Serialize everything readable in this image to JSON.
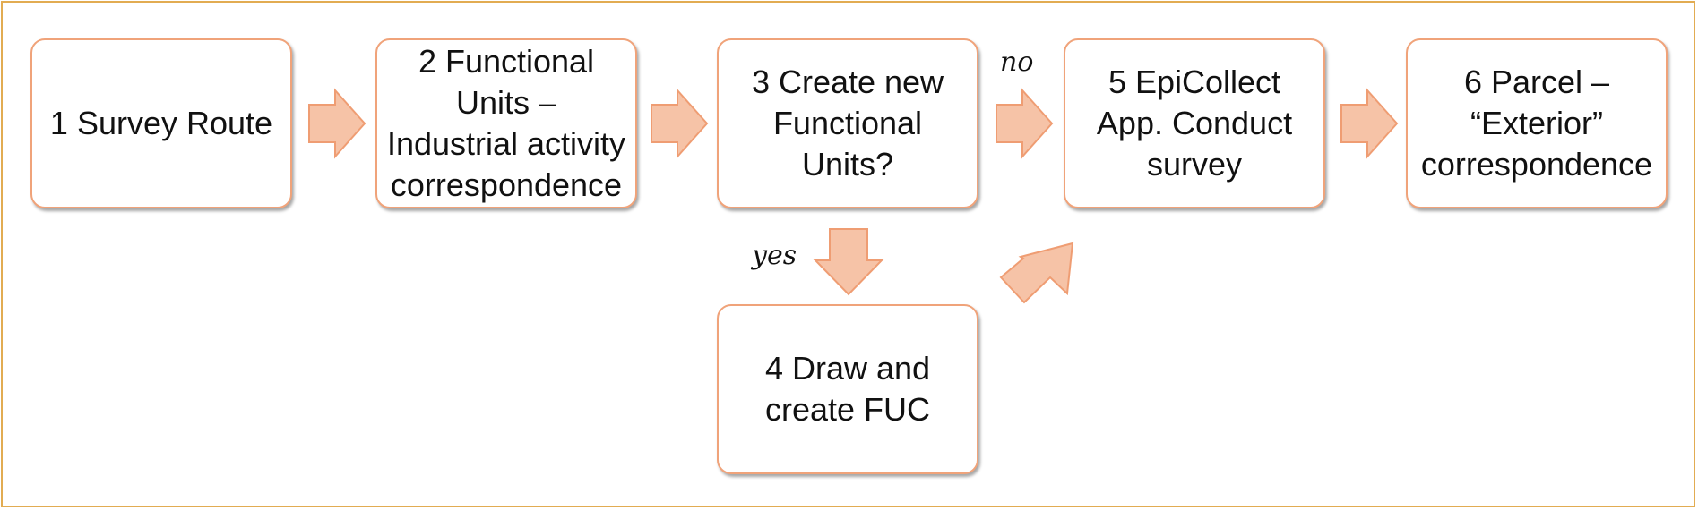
{
  "diagram": {
    "steps": [
      {
        "id": "1",
        "text": "1 Survey Route"
      },
      {
        "id": "2",
        "text": "2 Functional Units – Industrial activity correspondence"
      },
      {
        "id": "3",
        "text": "3 Create new Functional Units?"
      },
      {
        "id": "4",
        "text": "4 Draw and create FUC"
      },
      {
        "id": "5",
        "text": "5 EpiCollect App. Conduct survey"
      },
      {
        "id": "6",
        "text": "6 Parcel – “Exterior” correspondence"
      }
    ],
    "edge_labels": {
      "no": "no",
      "yes": "yes"
    },
    "colors": {
      "frame_border": "#e2ac52",
      "box_border": "#f0a37a",
      "arrow_fill": "#f6c3a7",
      "arrow_stroke": "#ef9d73"
    }
  }
}
